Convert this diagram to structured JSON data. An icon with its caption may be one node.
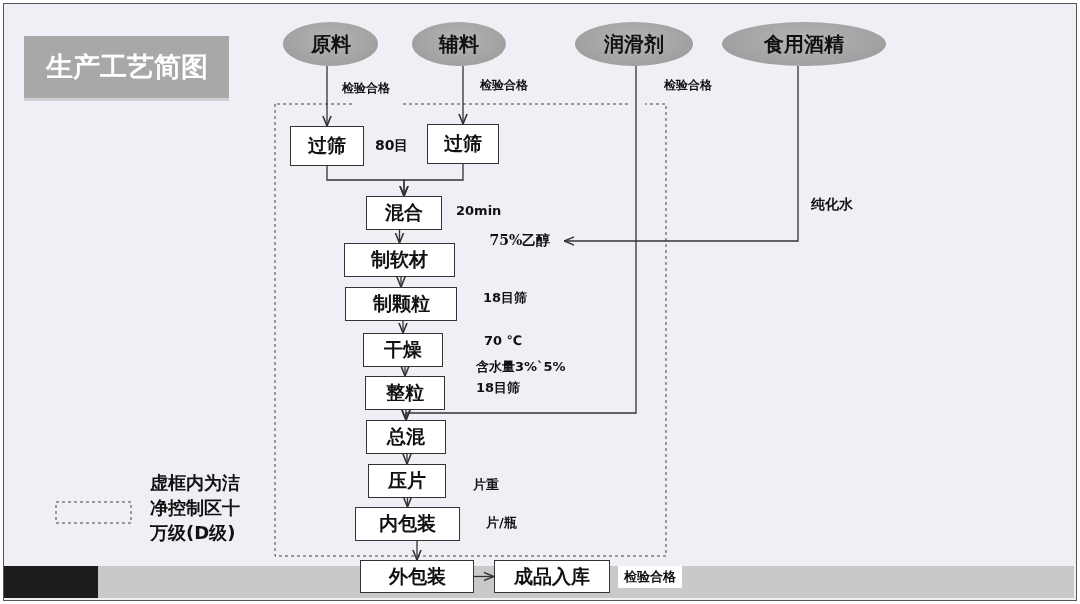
{
  "diagram": {
    "title": "生产工艺简图",
    "nodes": [
      {
        "text": [
          "原料"
        ]
      },
      {
        "text": [
          "辅料"
        ]
      },
      {
        "text": [
          "润滑剂"
        ]
      },
      {
        "text": [
          "食用酒精"
        ]
      },
      {
        "text": [
          "过筛"
        ]
      },
      {
        "text": [
          "过筛"
        ]
      },
      {
        "text": [
          "混合"
        ],
        "beside": [
          "20min"
        ]
      },
      {
        "text": [
          "制软材"
        ]
      },
      {
        "text": [
          "制颗粒"
        ],
        "beside": [
          "18目筛"
        ]
      },
      {
        "text": [
          "干燥"
        ],
        "beside": [
          "70 ℃"
        ]
      },
      {
        "text": [
          "整粒"
        ],
        "beside": [
          "含水量3%`5%",
          "18目筛"
        ]
      },
      {
        "text": [
          "总混"
        ]
      },
      {
        "text": [
          "压片"
        ],
        "beside": [
          "片重"
        ]
      },
      {
        "text": [
          "内包装"
        ],
        "beside": [
          "片/瓶"
        ]
      },
      {
        "text": [
          "外包装"
        ]
      },
      {
        "text": [
          "成品入库"
        ],
        "beside": [
          "检验合格"
        ]
      },
      {
        "text": [
          "75%乙醇"
        ]
      }
    ],
    "edges": [
      {
        "from": 0,
        "to": 4,
        "arrow": "to",
        "label": "检验合格"
      },
      {
        "from": 1,
        "to": 5,
        "arrow": "to",
        "label": "检验合格"
      },
      {
        "from": 4,
        "to": 6,
        "arrow": "to"
      },
      {
        "from": 5,
        "to": 6,
        "arrow": "to"
      },
      {
        "from": 6,
        "to": 7,
        "arrow": "to"
      },
      {
        "from": 7,
        "to": 8,
        "arrow": "to"
      },
      {
        "from": 8,
        "to": 9,
        "arrow": "to"
      },
      {
        "from": 9,
        "to": 10,
        "arrow": "to"
      },
      {
        "from": 10,
        "to": 11,
        "arrow": "to"
      },
      {
        "from": 2,
        "to": 11,
        "arrow": "to",
        "label": "检验合格"
      },
      {
        "from": 11,
        "to": 12,
        "arrow": "to"
      },
      {
        "from": 12,
        "to": 13,
        "arrow": "to"
      },
      {
        "from": 13,
        "to": 14,
        "arrow": "to"
      },
      {
        "from": 14,
        "to": 15,
        "arrow": "to"
      },
      {
        "from": 3,
        "to": 16,
        "arrow": "to"
      }
    ],
    "labels": [
      "80目",
      "纯化水"
    ],
    "legend": [
      {
        "text": "虚框内为洁净控制区十万级(D级)"
      }
    ]
  }
}
